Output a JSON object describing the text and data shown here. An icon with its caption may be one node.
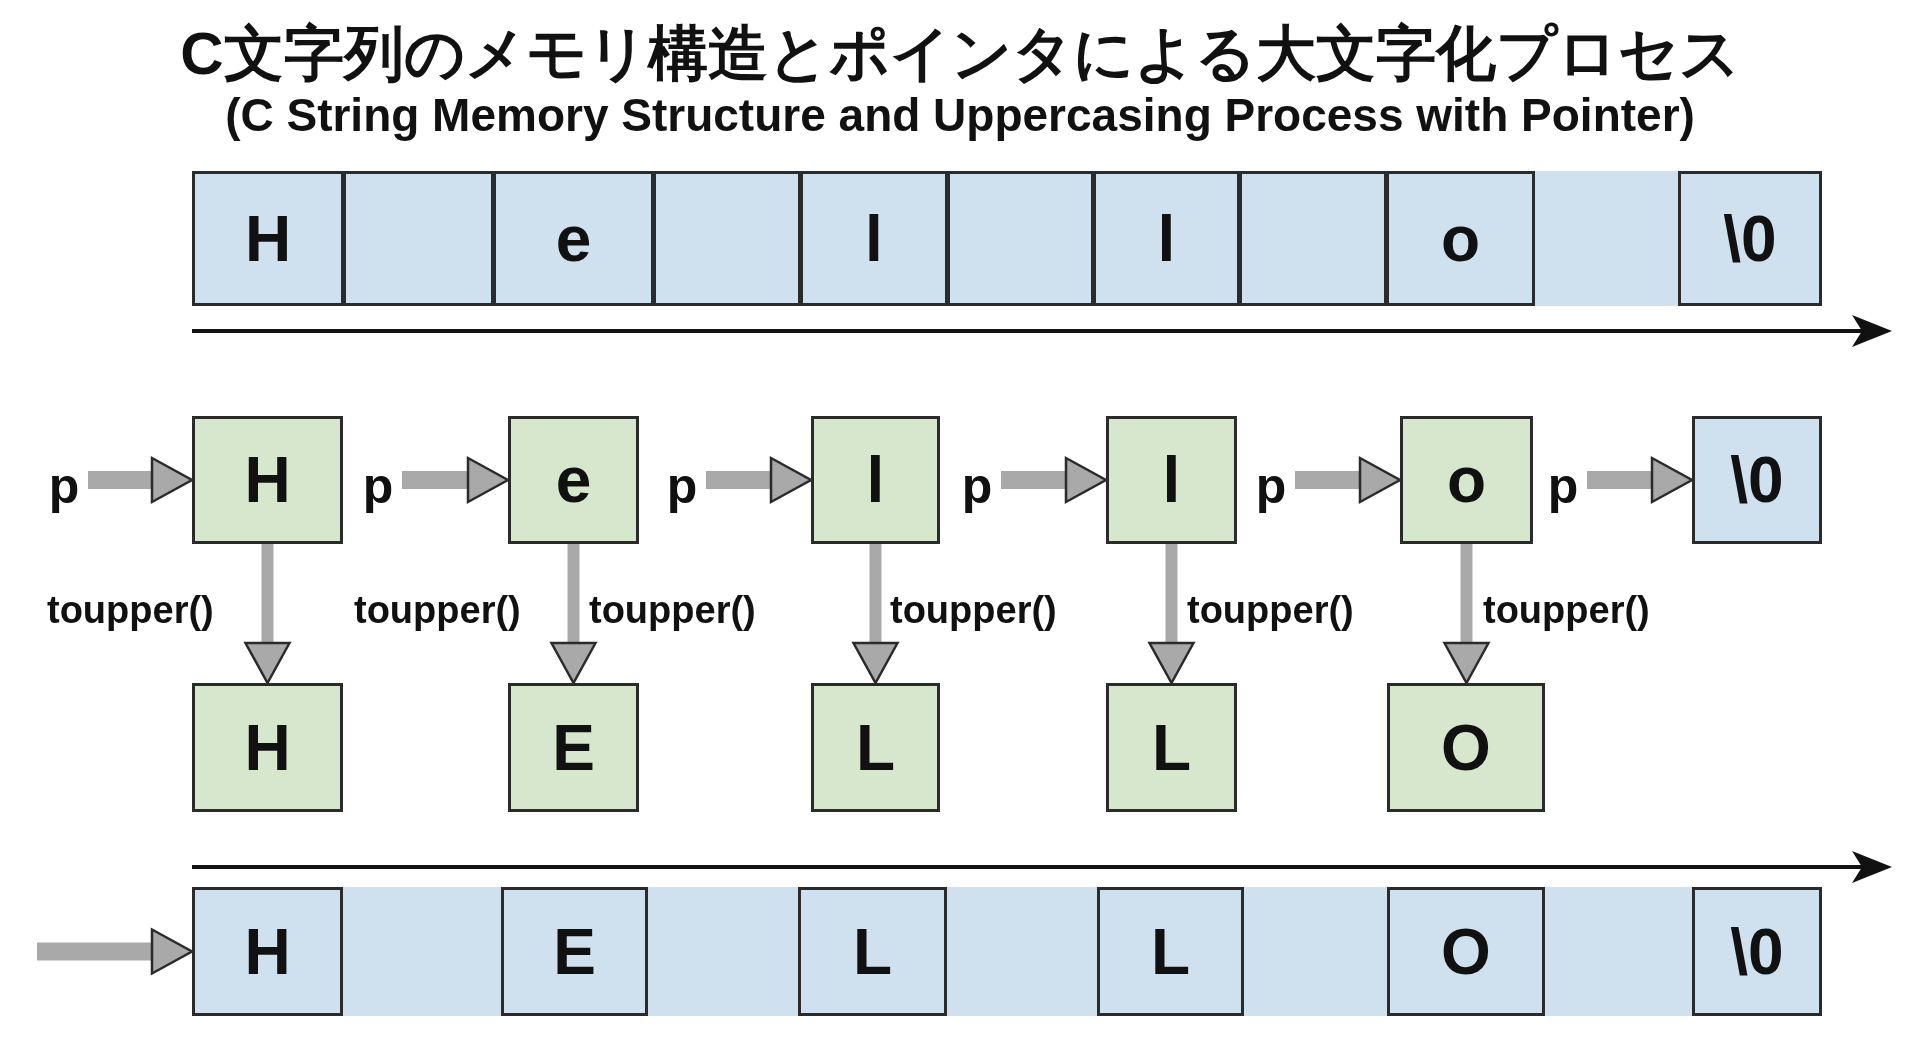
{
  "diagram": {
    "title": "C文字列のメモリ構造とポインタによる大文字化プロセス",
    "nodes": [
      {
        "text": [],
        "shape": "bar"
      },
      {
        "text": [
          "H"
        ],
        "in": 0
      },
      {
        "text": [],
        "shape": "box",
        "in": 0
      },
      {
        "text": [
          "e"
        ],
        "in": 0
      },
      {
        "text": [],
        "shape": "box",
        "in": 0
      },
      {
        "text": [
          "l"
        ],
        "in": 0
      },
      {
        "text": [],
        "shape": "box",
        "in": 0
      },
      {
        "text": [
          "l"
        ],
        "in": 0
      },
      {
        "text": [],
        "shape": "box",
        "in": 0
      },
      {
        "text": [
          "o"
        ],
        "in": 0
      },
      {
        "text": [
          "\\0"
        ],
        "in": 0
      },
      {
        "text": [
          "p"
        ]
      },
      {
        "text": [
          "H"
        ]
      },
      {
        "text": [
          "p"
        ]
      },
      {
        "text": [
          "e"
        ]
      },
      {
        "text": [
          "p"
        ]
      },
      {
        "text": [
          "l"
        ]
      },
      {
        "text": [
          "p"
        ]
      },
      {
        "text": [
          "l"
        ]
      },
      {
        "text": [
          "p"
        ]
      },
      {
        "text": [
          "o"
        ]
      },
      {
        "text": [
          "p"
        ]
      },
      {
        "text": [
          "\\0"
        ]
      },
      {
        "text": [
          "H"
        ]
      },
      {
        "text": [
          "E"
        ]
      },
      {
        "text": [
          "L"
        ]
      },
      {
        "text": [
          "L"
        ]
      },
      {
        "text": [
          "O"
        ]
      },
      {
        "text": [],
        "shape": "bar"
      },
      {
        "text": [
          "H"
        ],
        "in": 28
      },
      {
        "text": [
          "E"
        ],
        "in": 28
      },
      {
        "text": [
          "L"
        ],
        "in": 28
      },
      {
        "text": [
          "L"
        ],
        "in": 28
      },
      {
        "text": [
          "O"
        ],
        "in": 28
      },
      {
        "text": [
          "\\0"
        ],
        "in": 28
      }
    ],
    "edges": [
      {
        "from": 11,
        "to": 12,
        "arrow": "to"
      },
      {
        "from": 13,
        "to": 14,
        "arrow": "to"
      },
      {
        "from": 15,
        "to": 16,
        "arrow": "to"
      },
      {
        "from": 17,
        "to": 18,
        "arrow": "to"
      },
      {
        "from": 19,
        "to": 20,
        "arrow": "to"
      },
      {
        "from": 21,
        "to": 22,
        "arrow": "to"
      },
      {
        "from": 12,
        "to": 23,
        "arrow": "to",
        "label": "toupper()"
      },
      {
        "from": 14,
        "to": 24,
        "arrow": "to",
        "label": "toupper()"
      },
      {
        "from": 16,
        "to": 25,
        "arrow": "to",
        "label": "toupper()"
      },
      {
        "from": 18,
        "to": 26,
        "arrow": "to",
        "label": "toupper()"
      },
      {
        "from": 20,
        "to": 27,
        "arrow": "to",
        "label": "toupper()"
      },
      {
        "from": null,
        "to": 28,
        "arrow": "to"
      }
    ],
    "labels": [
      "(C String Memory Structure and Uppercasing Process with Pointer)",
      "toupper()"
    ]
  }
}
